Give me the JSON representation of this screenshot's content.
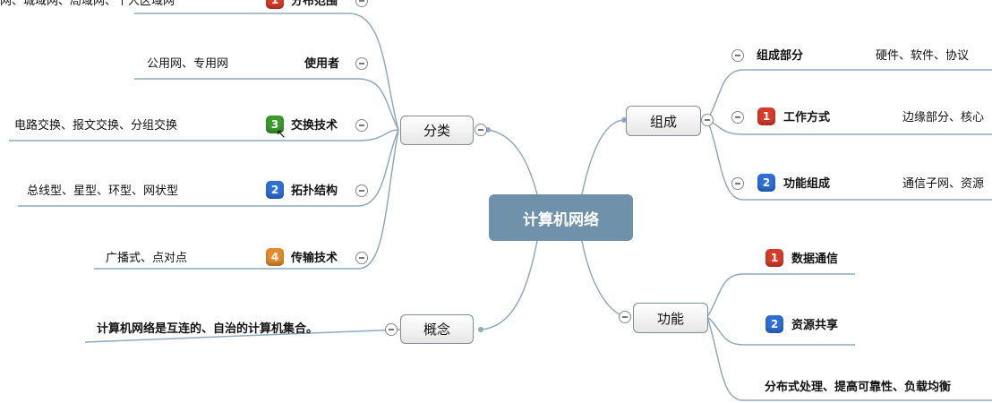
{
  "center": {
    "label": "计算机网络"
  },
  "left": {
    "classify": {
      "label": "分类",
      "items": [
        {
          "name": "分布范围",
          "badge": "1",
          "detail": "网、城域网、局域网、个人区域网"
        },
        {
          "name": "使用者",
          "badge": "",
          "detail": "公用网、专用网"
        },
        {
          "name": "交换技术",
          "badge": "3",
          "detail": "电路交换、报文交换、分组交换"
        },
        {
          "name": "拓扑结构",
          "badge": "2",
          "detail": "总线型、星型、环型、网状型"
        },
        {
          "name": "传输技术",
          "badge": "4",
          "detail": "广播式、点对点"
        }
      ]
    },
    "concept": {
      "label": "概念",
      "detail": "计算机网络是互连的、自治的计算机集合。"
    }
  },
  "right": {
    "composition": {
      "label": "组成",
      "items": [
        {
          "name": "组成部分",
          "badge": "",
          "detail": "硬件、软件、协议"
        },
        {
          "name": "工作方式",
          "badge": "1",
          "detail": "边缘部分、核心"
        },
        {
          "name": "功能组成",
          "badge": "2",
          "detail": "通信子网、资源"
        }
      ]
    },
    "function": {
      "label": "功能",
      "items": [
        {
          "name": "数据通信",
          "badge": "1"
        },
        {
          "name": "资源共享",
          "badge": "2"
        },
        {
          "name": "分布式处理、提高可靠性、负载均衡",
          "badge": ""
        }
      ]
    }
  },
  "colors": {
    "center": "#6f92aa",
    "line": "#8fa9bd",
    "badge_red": "#d93b2b",
    "badge_blue": "#2f6fd6",
    "badge_green": "#3a9b2b",
    "badge_orange": "#e58a2e"
  }
}
